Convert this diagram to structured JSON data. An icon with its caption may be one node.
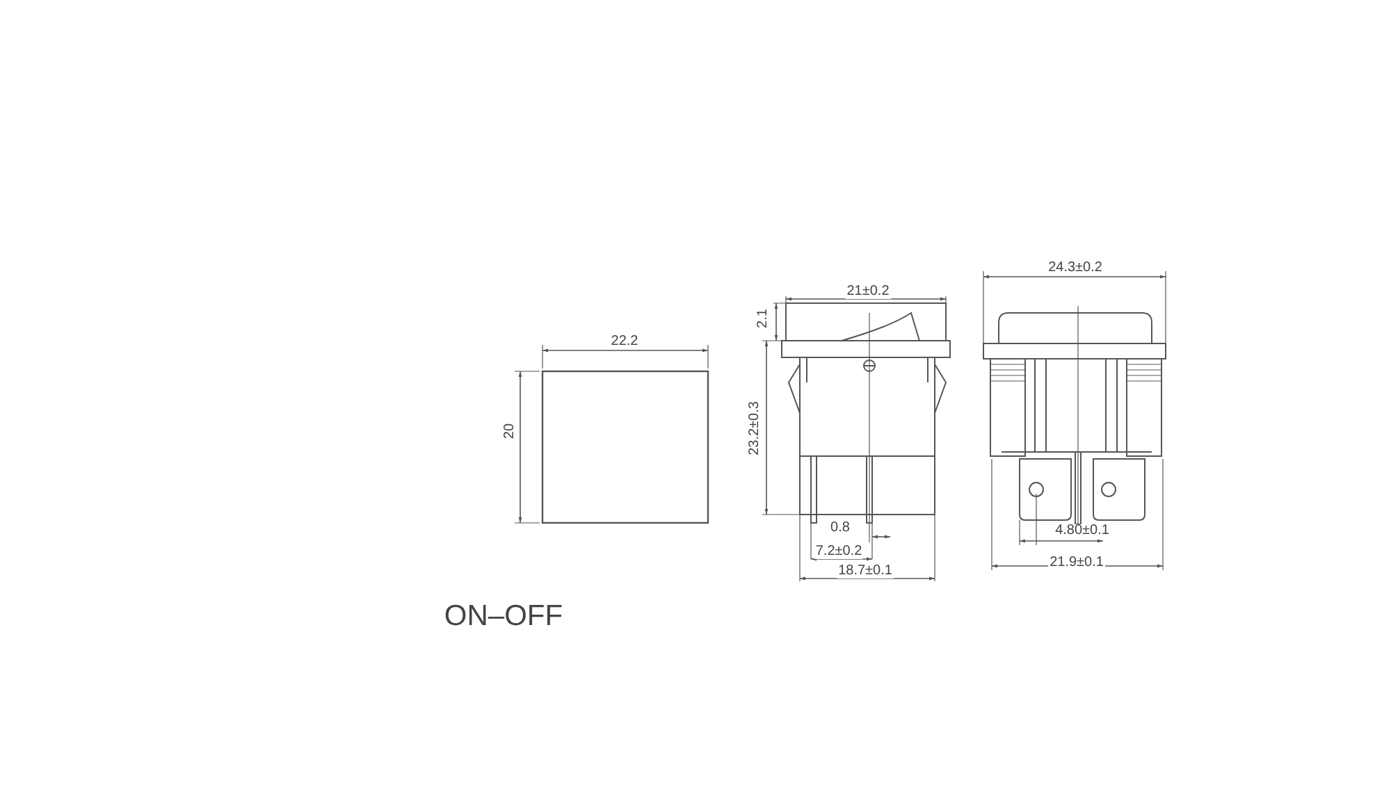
{
  "diagram": {
    "labels": [
      "22.2",
      "20",
      "2.1",
      "21±0.2",
      "23.2±0.3",
      "0.8",
      "7.2±0.2",
      "18.7±0.1",
      "24.3±0.2",
      "4.80±0.1",
      "21.9±0.1",
      "ON–OFF"
    ]
  }
}
